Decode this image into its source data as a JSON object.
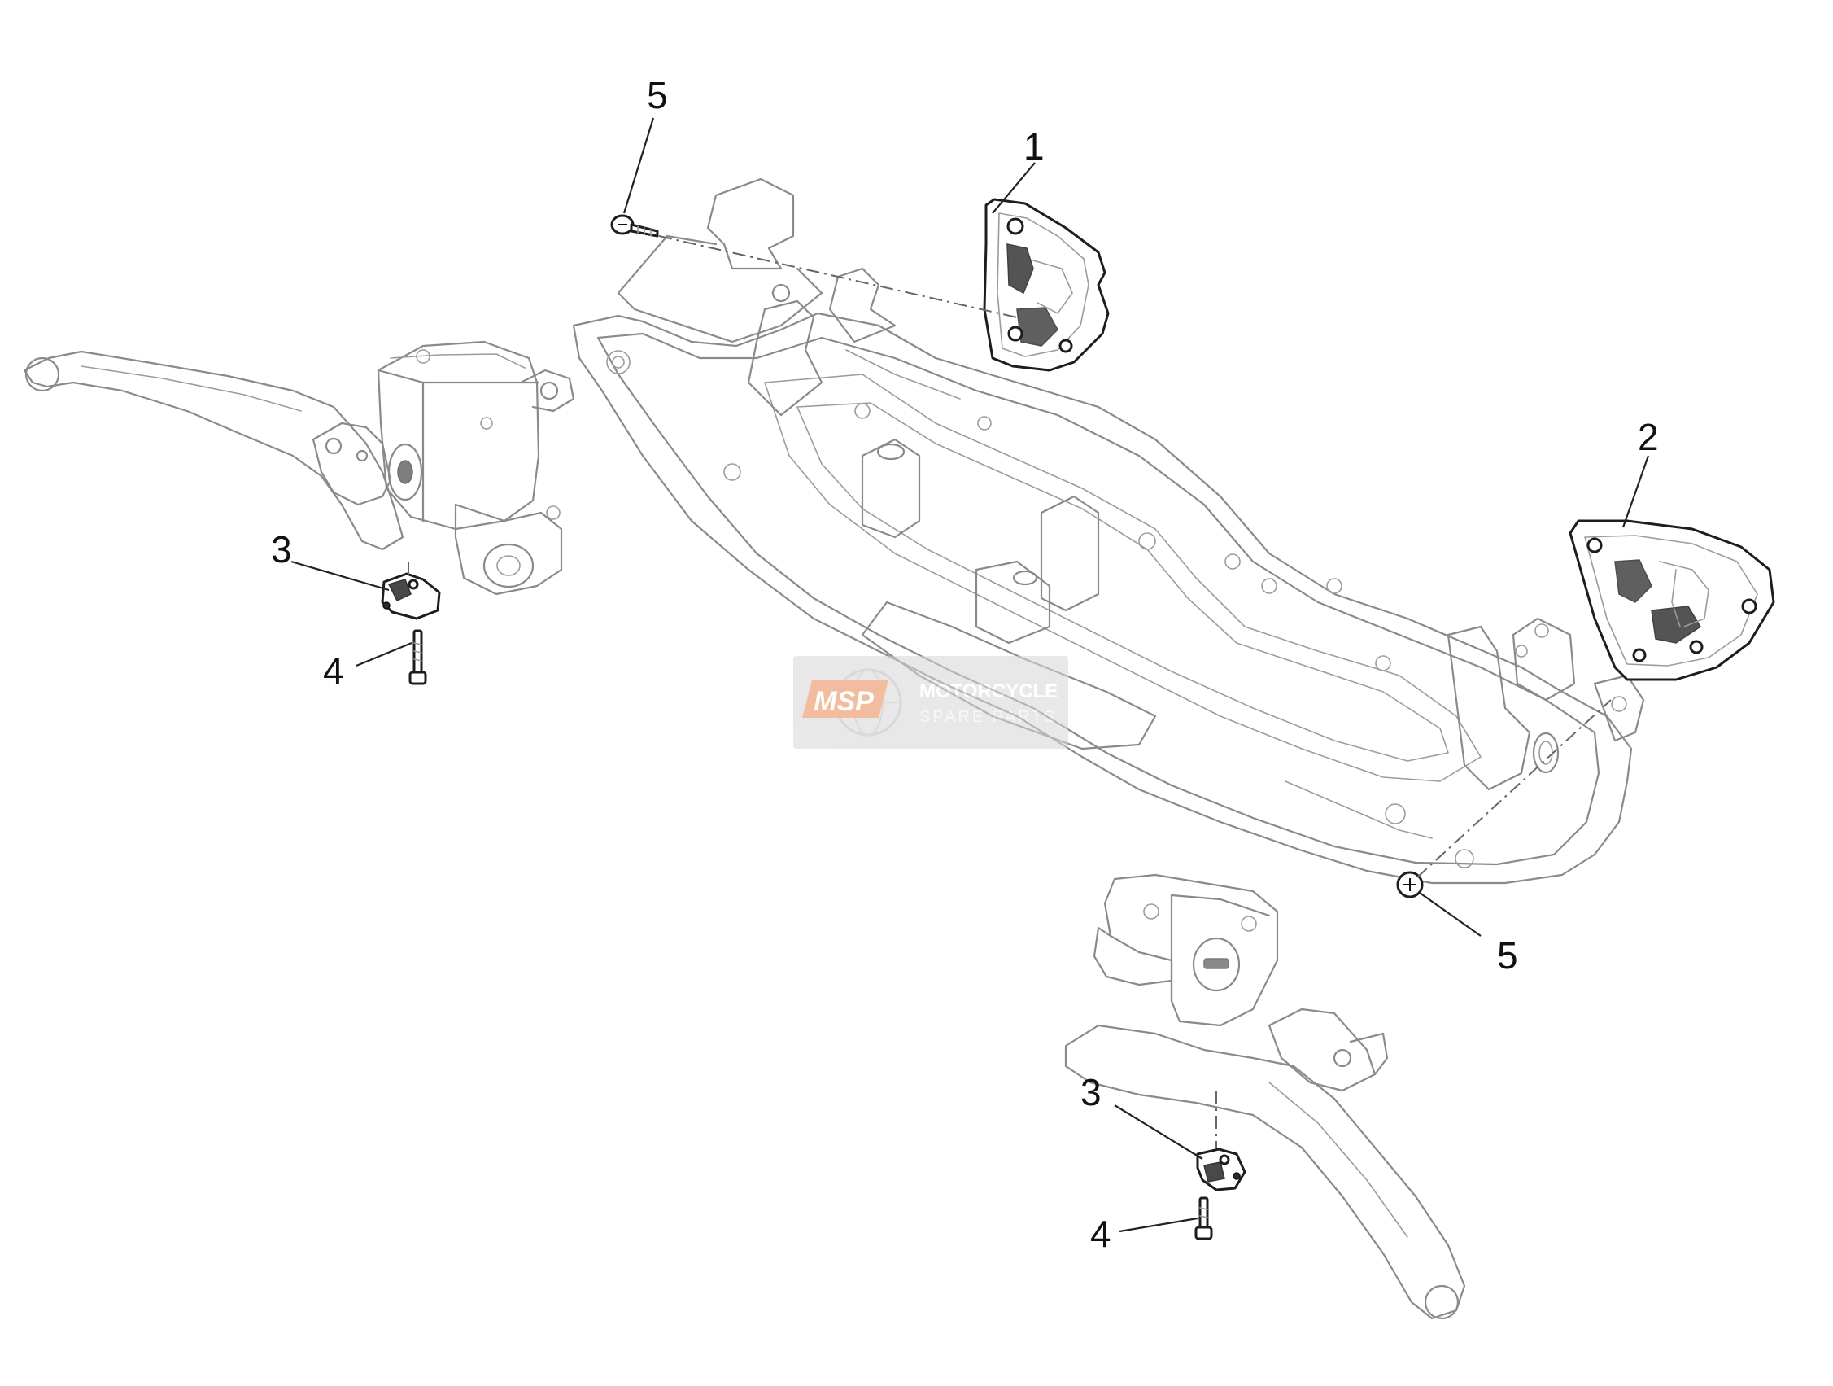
{
  "diagram": {
    "callouts": [
      {
        "id": "c1",
        "text": "1"
      },
      {
        "id": "c2",
        "text": "2"
      },
      {
        "id": "c3a",
        "text": "3"
      },
      {
        "id": "c3b",
        "text": "3"
      },
      {
        "id": "c4a",
        "text": "4"
      },
      {
        "id": "c4b",
        "text": "4"
      },
      {
        "id": "c5a",
        "text": "5"
      },
      {
        "id": "c5b",
        "text": "5"
      }
    ],
    "watermark": {
      "logo": "MSP",
      "line1": "MOTORCYCLE",
      "line2": "SPARE PARTS"
    }
  }
}
